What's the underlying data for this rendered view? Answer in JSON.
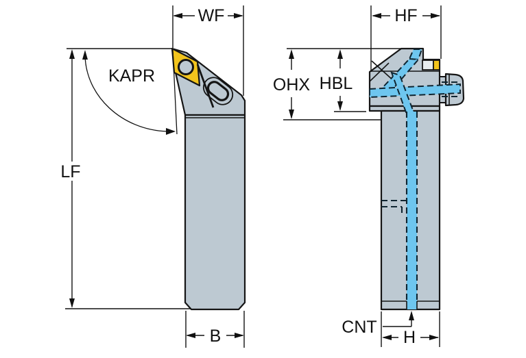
{
  "drawing": {
    "dimension_labels": {
      "wf": "WF",
      "kapr": "KAPR",
      "lf": "LF",
      "b": "B",
      "hf": "HF",
      "ohx": "OHX",
      "hbl": "HBL",
      "cnt": "CNT",
      "h": "H"
    },
    "colors": {
      "body": "#bdc9d2",
      "body_light": "#e7ecef",
      "insert_yellow": "#f2c41d",
      "coolant_blue": "#6ec6ef",
      "outline": "#151515",
      "background": "#ffffff"
    }
  }
}
